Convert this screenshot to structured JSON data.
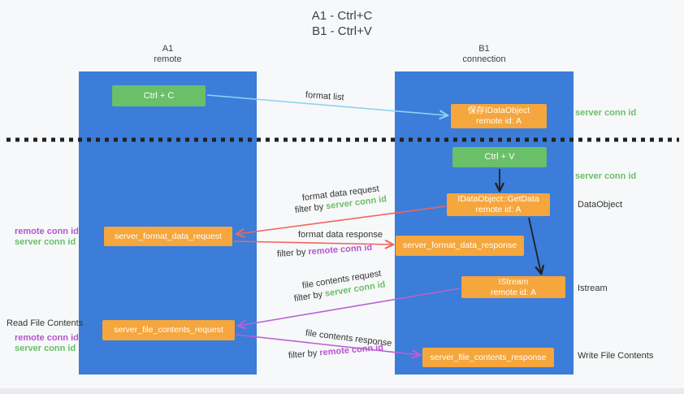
{
  "title": {
    "line1": "A1 - Ctrl+C",
    "line2": "B1 - Ctrl+V"
  },
  "lanes": {
    "left": {
      "name": "A1",
      "sub": "remote"
    },
    "right": {
      "name": "B1",
      "sub": "connection"
    }
  },
  "nodes": {
    "ctrl_c": {
      "label": "Ctrl + C"
    },
    "ctrl_v": {
      "label": "Ctrl + V"
    },
    "save_dataobject": {
      "line1": "保存IDataObject",
      "line2": "remote id: A"
    },
    "getdata": {
      "line1": "IDataObject::GetData",
      "line2": "remote id: A"
    },
    "format_request": {
      "label": "server_format_data_request"
    },
    "format_response": {
      "label": "server_format_data_response"
    },
    "istream": {
      "line1": "IStream",
      "line2": "remote id: A"
    },
    "file_request": {
      "label": "server_file_contents_request"
    },
    "file_response": {
      "label": "server_file_contents_response"
    }
  },
  "labels": {
    "format_list": "format list",
    "filter_by": "filter by",
    "server_conn_id": "server conn id",
    "remote_conn_id": "remote conn id",
    "format_data_request": "format data request",
    "format_data_response": "format data response",
    "file_contents_request": "file contents request",
    "file_contents_response": "file contents response",
    "dataobject": "DataObject",
    "istream_side": "Istream",
    "read_file_contents": "Read File Contents",
    "write_file_contents": "Write File Contents"
  },
  "colors": {
    "lane_blue": "#3b7dd8",
    "box_green": "#6abf69",
    "box_orange": "#f5a63d",
    "arrow_red": "#f0655f",
    "arrow_purple": "#bb5fd6",
    "arrow_light_blue": "#8fd3f0",
    "text_green": "#6abf69",
    "text_purple": "#b356cf"
  }
}
